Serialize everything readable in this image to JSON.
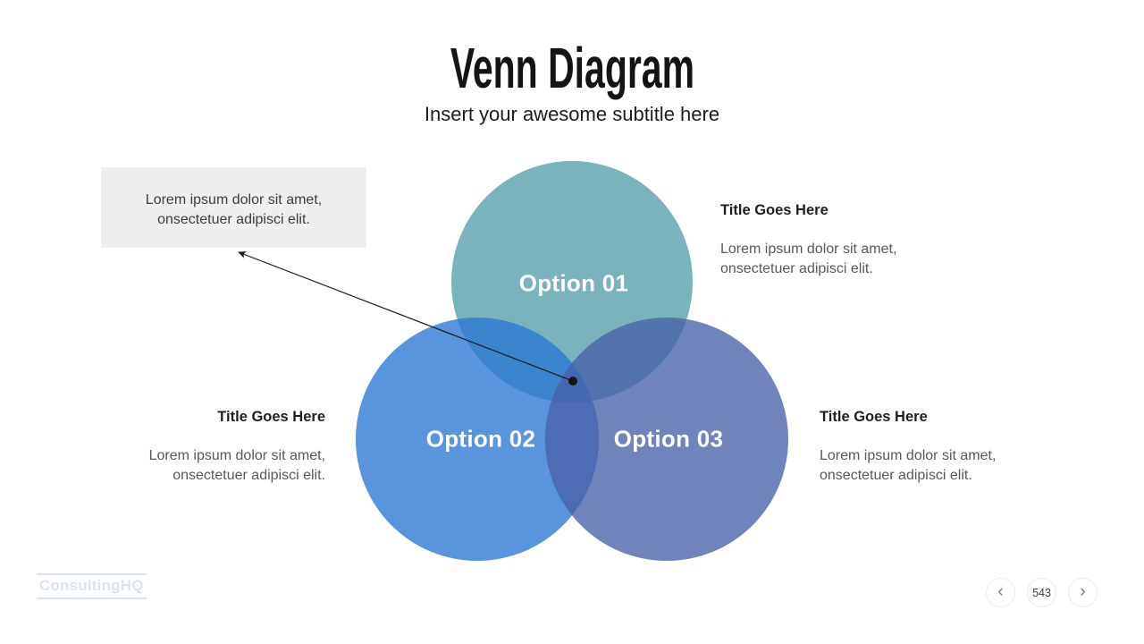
{
  "slide": {
    "title": "Venn Diagram",
    "subtitle": "Insert your awesome subtitle here"
  },
  "callout": {
    "line1": "Lorem ipsum dolor sit amet,",
    "line2": "onsectetuer adipisci elit."
  },
  "venn": {
    "options": [
      {
        "label": "Option 01",
        "base_color": "#539FA9",
        "fill": "rgba(83,159,169,0.78)"
      },
      {
        "label": "Option 02",
        "base_color": "#2977D3",
        "fill": "rgba(41,119,211,0.78)"
      },
      {
        "label": "Option 03",
        "base_color": "#4960AA",
        "fill": "rgba(73,96,170,0.78)"
      }
    ]
  },
  "annotations": {
    "top_right": {
      "title": "Title Goes Here",
      "line1": "Lorem ipsum dolor sit amet,",
      "line2": "onsectetuer adipisci elit."
    },
    "left": {
      "title": "Title Goes Here",
      "line1": "Lorem ipsum dolor sit amet,",
      "line2": "onsectetuer adipisci elit."
    },
    "right": {
      "title": "Title Goes Here",
      "line1": "Lorem ipsum dolor sit amet,",
      "line2": "onsectetuer adipisci elit."
    }
  },
  "footer": {
    "logo_text": "ConsultingHQ",
    "page_number": "543",
    "prev_icon": "‹",
    "next_icon": "›"
  },
  "colors": {
    "callout_bg": "#EFEFEF",
    "arrow": "#1a1a1a",
    "logo": "#d9e4f1"
  }
}
